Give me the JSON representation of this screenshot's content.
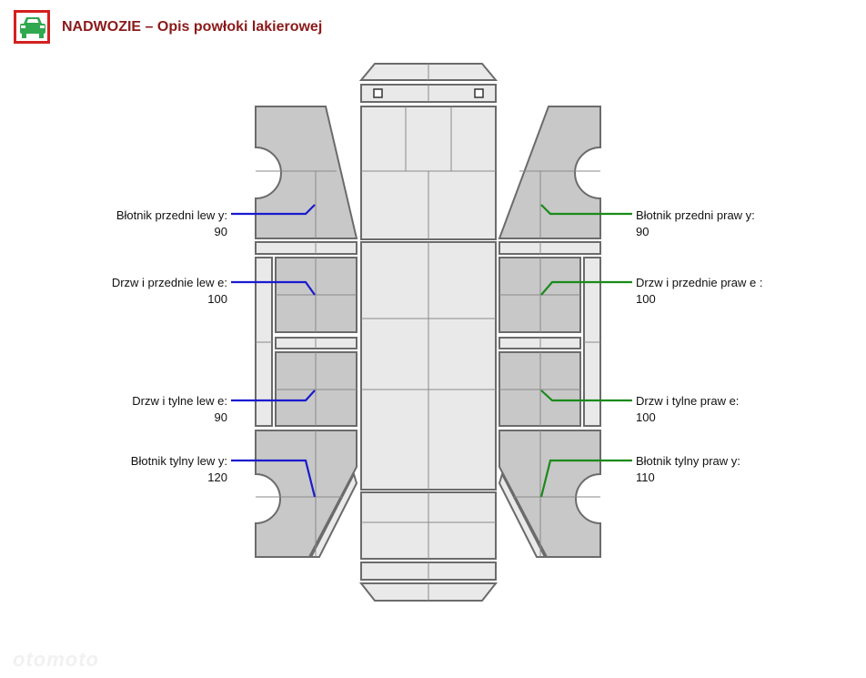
{
  "header": {
    "title": "NADWOZIE – Opis powłoki lakierowej",
    "icon": "car-icon",
    "icon_color": "#2fa84f",
    "frame_color": "#d42020"
  },
  "colors": {
    "panel_painted": "#c8c8c8",
    "panel_plain": "#e9e9e9",
    "outline": "#6b6b6b",
    "left_leader": "#1a1acf",
    "right_leader": "#1a8a1a"
  },
  "labels": {
    "left": [
      {
        "name": "Błotnik przedni lew y:",
        "value": "90"
      },
      {
        "name": "Drzw i przednie lew e:",
        "value": "100"
      },
      {
        "name": "Drzw i tylne lew e:",
        "value": "90"
      },
      {
        "name": "Błotnik tylny lew y:",
        "value": "120"
      }
    ],
    "right": [
      {
        "name": "Błotnik przedni praw y:",
        "value": "90"
      },
      {
        "name": "Drzw i przednie praw e :",
        "value": "100"
      },
      {
        "name": "Drzw i tylne praw e:",
        "value": "100"
      },
      {
        "name": "Błotnik tylny praw y:",
        "value": "110"
      }
    ]
  },
  "watermark": "otomoto"
}
